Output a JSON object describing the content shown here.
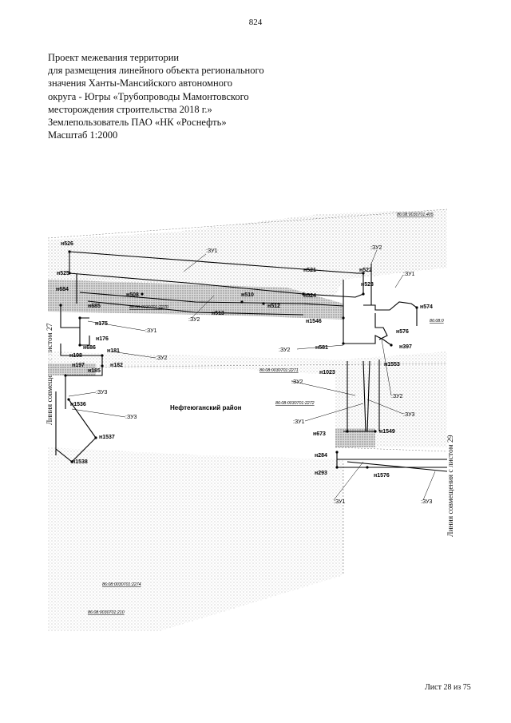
{
  "page_number": "824",
  "title_lines": [
    "Проект межевания территории",
    "для размещения линейного объекта регионального",
    "значения Ханты-Мансийского автономного",
    "округа - Югры «Трубопроводы Мамонтовского",
    "месторождения строительства 2018 г.»",
    "Землепользователь ПАО «НК «Роснефть»",
    "Масштаб 1:2000"
  ],
  "sheet_label": "Лист 28 из 75",
  "combine_left": "Линия совмещения с листом 27",
  "combine_right": "Линия совмещения с листом 29",
  "district": "Нефтеюганский район",
  "cadastral": {
    "c405": "86:08:0030701:405",
    "c2270": "86:08:0030701:2270",
    "c2271": "86:08:0030701:2271",
    "c2272": "86:08:0030701:2272",
    "c2274": "86:08:0030701:2274",
    "c210": "86:08:0030701:210",
    "c_cut": "86:08:0"
  },
  "points": {
    "n526": "н526",
    "n525": "н525",
    "n684": "н684",
    "n685": "н685",
    "n175": "н175",
    "n176": "н176",
    "n686": "н686",
    "n181": "н181",
    "n198": "н198",
    "n197": "н197",
    "n182": "н182",
    "n185": "н185",
    "n1536": "н1536",
    "n1537": "н1537",
    "n1538": "н1538",
    "n508": "н508",
    "n513": "н513",
    "n510": "н510",
    "n512": "н512",
    "n521": "н521",
    "n524": "н524",
    "n522": "н522",
    "n523": "н523",
    "n1546": "н1546",
    "n574": "н574",
    "n576": "н576",
    "n397": "н397",
    "n581": "н581",
    "n1553": "н1553",
    "n1023": "н1023",
    "n673": "н673",
    "n1549": "н1549",
    "n284": "н284",
    "n293": "н293",
    "n1576": "н1576"
  },
  "zones": {
    "zu1": ":ЗУ1",
    "zu2": ":ЗУ2",
    "zu3": ":ЗУ3"
  }
}
